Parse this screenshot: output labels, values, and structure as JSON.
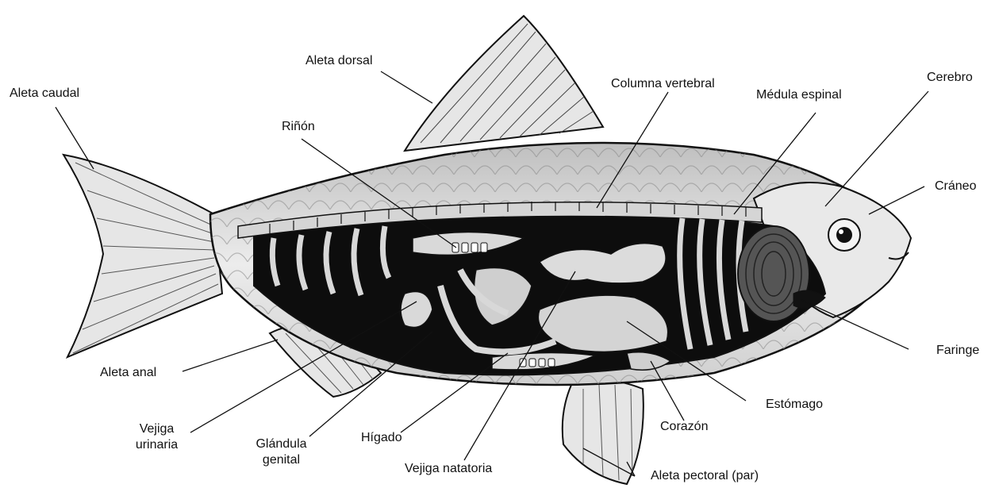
{
  "labels": {
    "aleta_caudal": "Aleta caudal",
    "aleta_dorsal": "Aleta dorsal",
    "columna_vertebral": "Columna vertebral",
    "medula_espinal": "Médula espinal",
    "cerebro": "Cerebro",
    "craneo": "Cráneo",
    "rinon": "Riñón",
    "faringe": "Faringe",
    "aleta_anal": "Aleta anal",
    "vejiga_urinaria_l1": "Vejiga",
    "vejiga_urinaria_l2": "urinaria",
    "glandula_genital_l1": "Glándula",
    "glandula_genital_l2": "genital",
    "higado": "Hígado",
    "vejiga_natatoria": "Vejiga natatoria",
    "estomago": "Estómago",
    "corazon": "Corazón",
    "aleta_pectoral": "Aleta pectoral (par)"
  },
  "colors": {
    "ink": "#111111",
    "body_fill": "#dcdcdc",
    "cavity": "#0d0d0d",
    "organ": "#d9d9d9",
    "fin": "#e6e6e6"
  }
}
